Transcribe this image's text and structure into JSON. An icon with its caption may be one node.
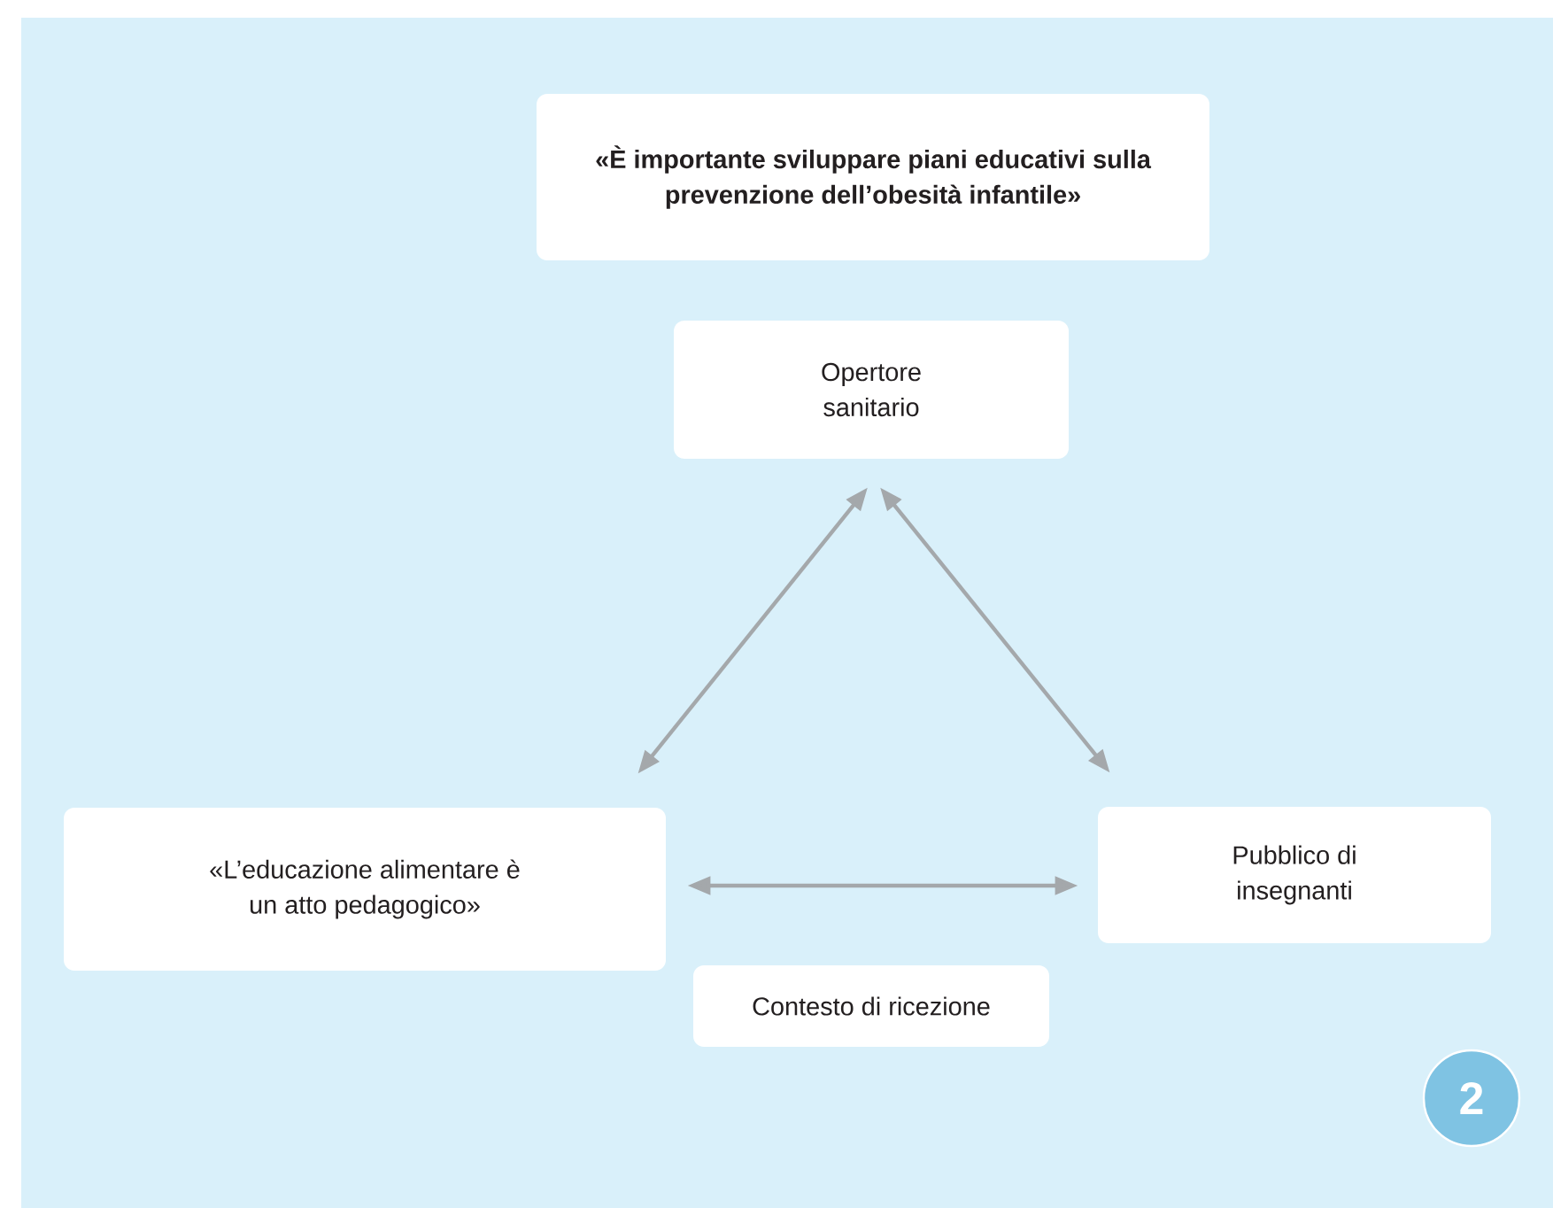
{
  "diagram": {
    "nodes": [
      {
        "text": [
          "«È importante sviluppare piani educativi sulla prevenzione dell’obesità infantile»"
        ]
      },
      {
        "text": [
          "Opertore sanitario"
        ]
      },
      {
        "text": [
          "«L’educazione alimentare è un atto pedagogico»"
        ]
      },
      {
        "text": [
          "Pubblico di insegnanti"
        ]
      },
      {
        "text": [
          "Contesto di ricezione"
        ]
      },
      {
        "text": [
          "2"
        ]
      }
    ],
    "edges": [
      {
        "from": 1,
        "to": 2,
        "arrow": "both"
      },
      {
        "from": 1,
        "to": 3,
        "arrow": "both"
      },
      {
        "from": 2,
        "to": 3,
        "arrow": "both"
      }
    ]
  }
}
